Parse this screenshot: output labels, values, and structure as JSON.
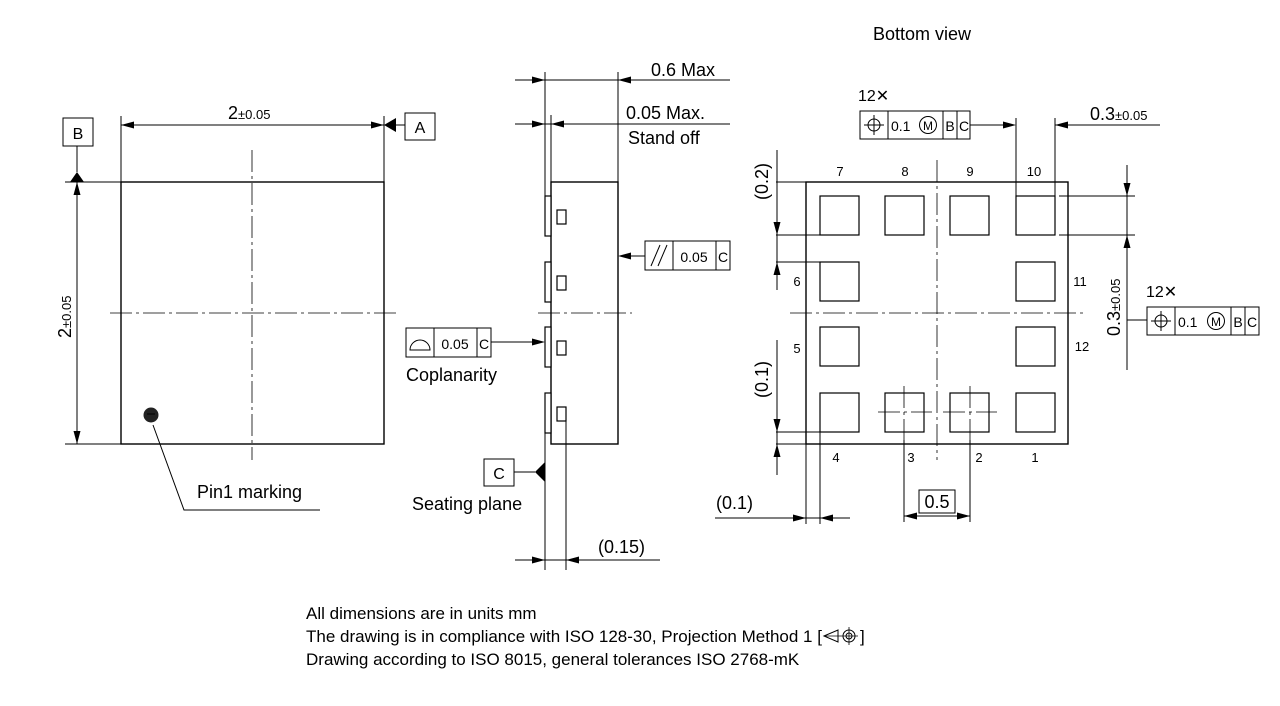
{
  "top_view": {
    "width_label": "2",
    "width_tol": "±0.05",
    "height_label": "2",
    "height_tol": "±0.05",
    "datum_a": "A",
    "datum_b": "B",
    "pin1_label": "Pin1 marking"
  },
  "side_view": {
    "max_height": "0.6 Max",
    "standoff_value": "0.05 Max.",
    "standoff_label": "Stand off",
    "parallelism_tol": "0.05",
    "parallelism_datum": "C",
    "coplanarity_tol": "0.05",
    "coplanarity_datum": "C",
    "coplanarity_label": "Coplanarity",
    "datum_c": "C",
    "seating_plane_label": "Seating plane",
    "pad_extent": "(0.15)"
  },
  "bottom_view": {
    "title": "Bottom view",
    "pad_size": "0.3",
    "pad_size_tol": "±0.05",
    "pitch": "0.5",
    "edge_offset_y": "(0.2)",
    "inner_offset_y": "(0.1)",
    "edge_offset_x": "(0.1)",
    "position_fcf": {
      "count": "12✕",
      "tolerance": "0.1",
      "modifier": "M",
      "datum_1": "B",
      "datum_2": "C"
    },
    "pins": {
      "top": [
        "7",
        "8",
        "9",
        "10"
      ],
      "bottom": [
        "4",
        "3",
        "2",
        "1"
      ],
      "left": [
        "6",
        "5"
      ],
      "right": [
        "11",
        "12"
      ]
    }
  },
  "notes": [
    "All dimensions are in units mm",
    "The drawing is in compliance with ISO 128-30, Projection Method 1 [",
    "Drawing according to ISO 8015, general tolerances ISO 2768-mK"
  ],
  "notes_suffix": "]"
}
